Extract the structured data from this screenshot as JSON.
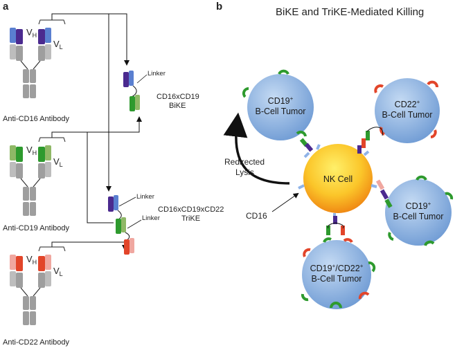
{
  "panel_a": {
    "letter": "a",
    "antibodies": [
      {
        "label": "Anti-CD16 Antibody",
        "vh": "V",
        "vh_sub": "H",
        "vl": "V",
        "vl_sub": "L",
        "heavy": "#4b2a8f",
        "light": "#5a7fd0"
      },
      {
        "label": "Anti-CD19 Antibody",
        "vh": "V",
        "vh_sub": "H",
        "vl": "V",
        "vl_sub": "L",
        "heavy": "#2e9a2e",
        "light": "#8fb866"
      },
      {
        "label": "Anti-CD22 Antibody",
        "vh": "V",
        "vh_sub": "H",
        "vl": "V",
        "vl_sub": "L",
        "heavy": "#e2452a",
        "light": "#f0a7a0"
      }
    ],
    "bike": {
      "linker": "Linker",
      "name_line1": "CD16xCD19",
      "name_line2": "BiKE"
    },
    "trike": {
      "linker1": "Linker",
      "linker2": "Linker",
      "name_line1": "CD16xCD19xCD22",
      "name_line2": "TriKE"
    }
  },
  "panel_b": {
    "letter": "b",
    "title": "BiKE and TriKE-Mediated Killing",
    "nk_cell": "NK Cell",
    "cd16_label": "CD16",
    "redirected_line1": "Redirected",
    "redirected_line2": "Lysis",
    "tumors": [
      {
        "id": "top-left",
        "line1": "CD19",
        "sup": "+",
        "line2": "B-Cell Tumor"
      },
      {
        "id": "top-right",
        "line1": "CD22",
        "sup": "+",
        "line2": "B-Cell Tumor"
      },
      {
        "id": "right",
        "line1": "CD19",
        "sup": "+",
        "line2": "B-Cell Tumor"
      },
      {
        "id": "bottom",
        "line1": "CD19",
        "sup": "+",
        "line1b": "/CD22",
        "sup2": "+",
        "line2": "B-Cell Tumor"
      }
    ],
    "colors": {
      "tumor": "#8fb3e0",
      "nk_inner": "#ffe066",
      "nk_outer": "#f4a21b",
      "cd19": "#2e9a2e",
      "cd22": "#e2452a",
      "cd16": "#8fb3e8"
    }
  }
}
